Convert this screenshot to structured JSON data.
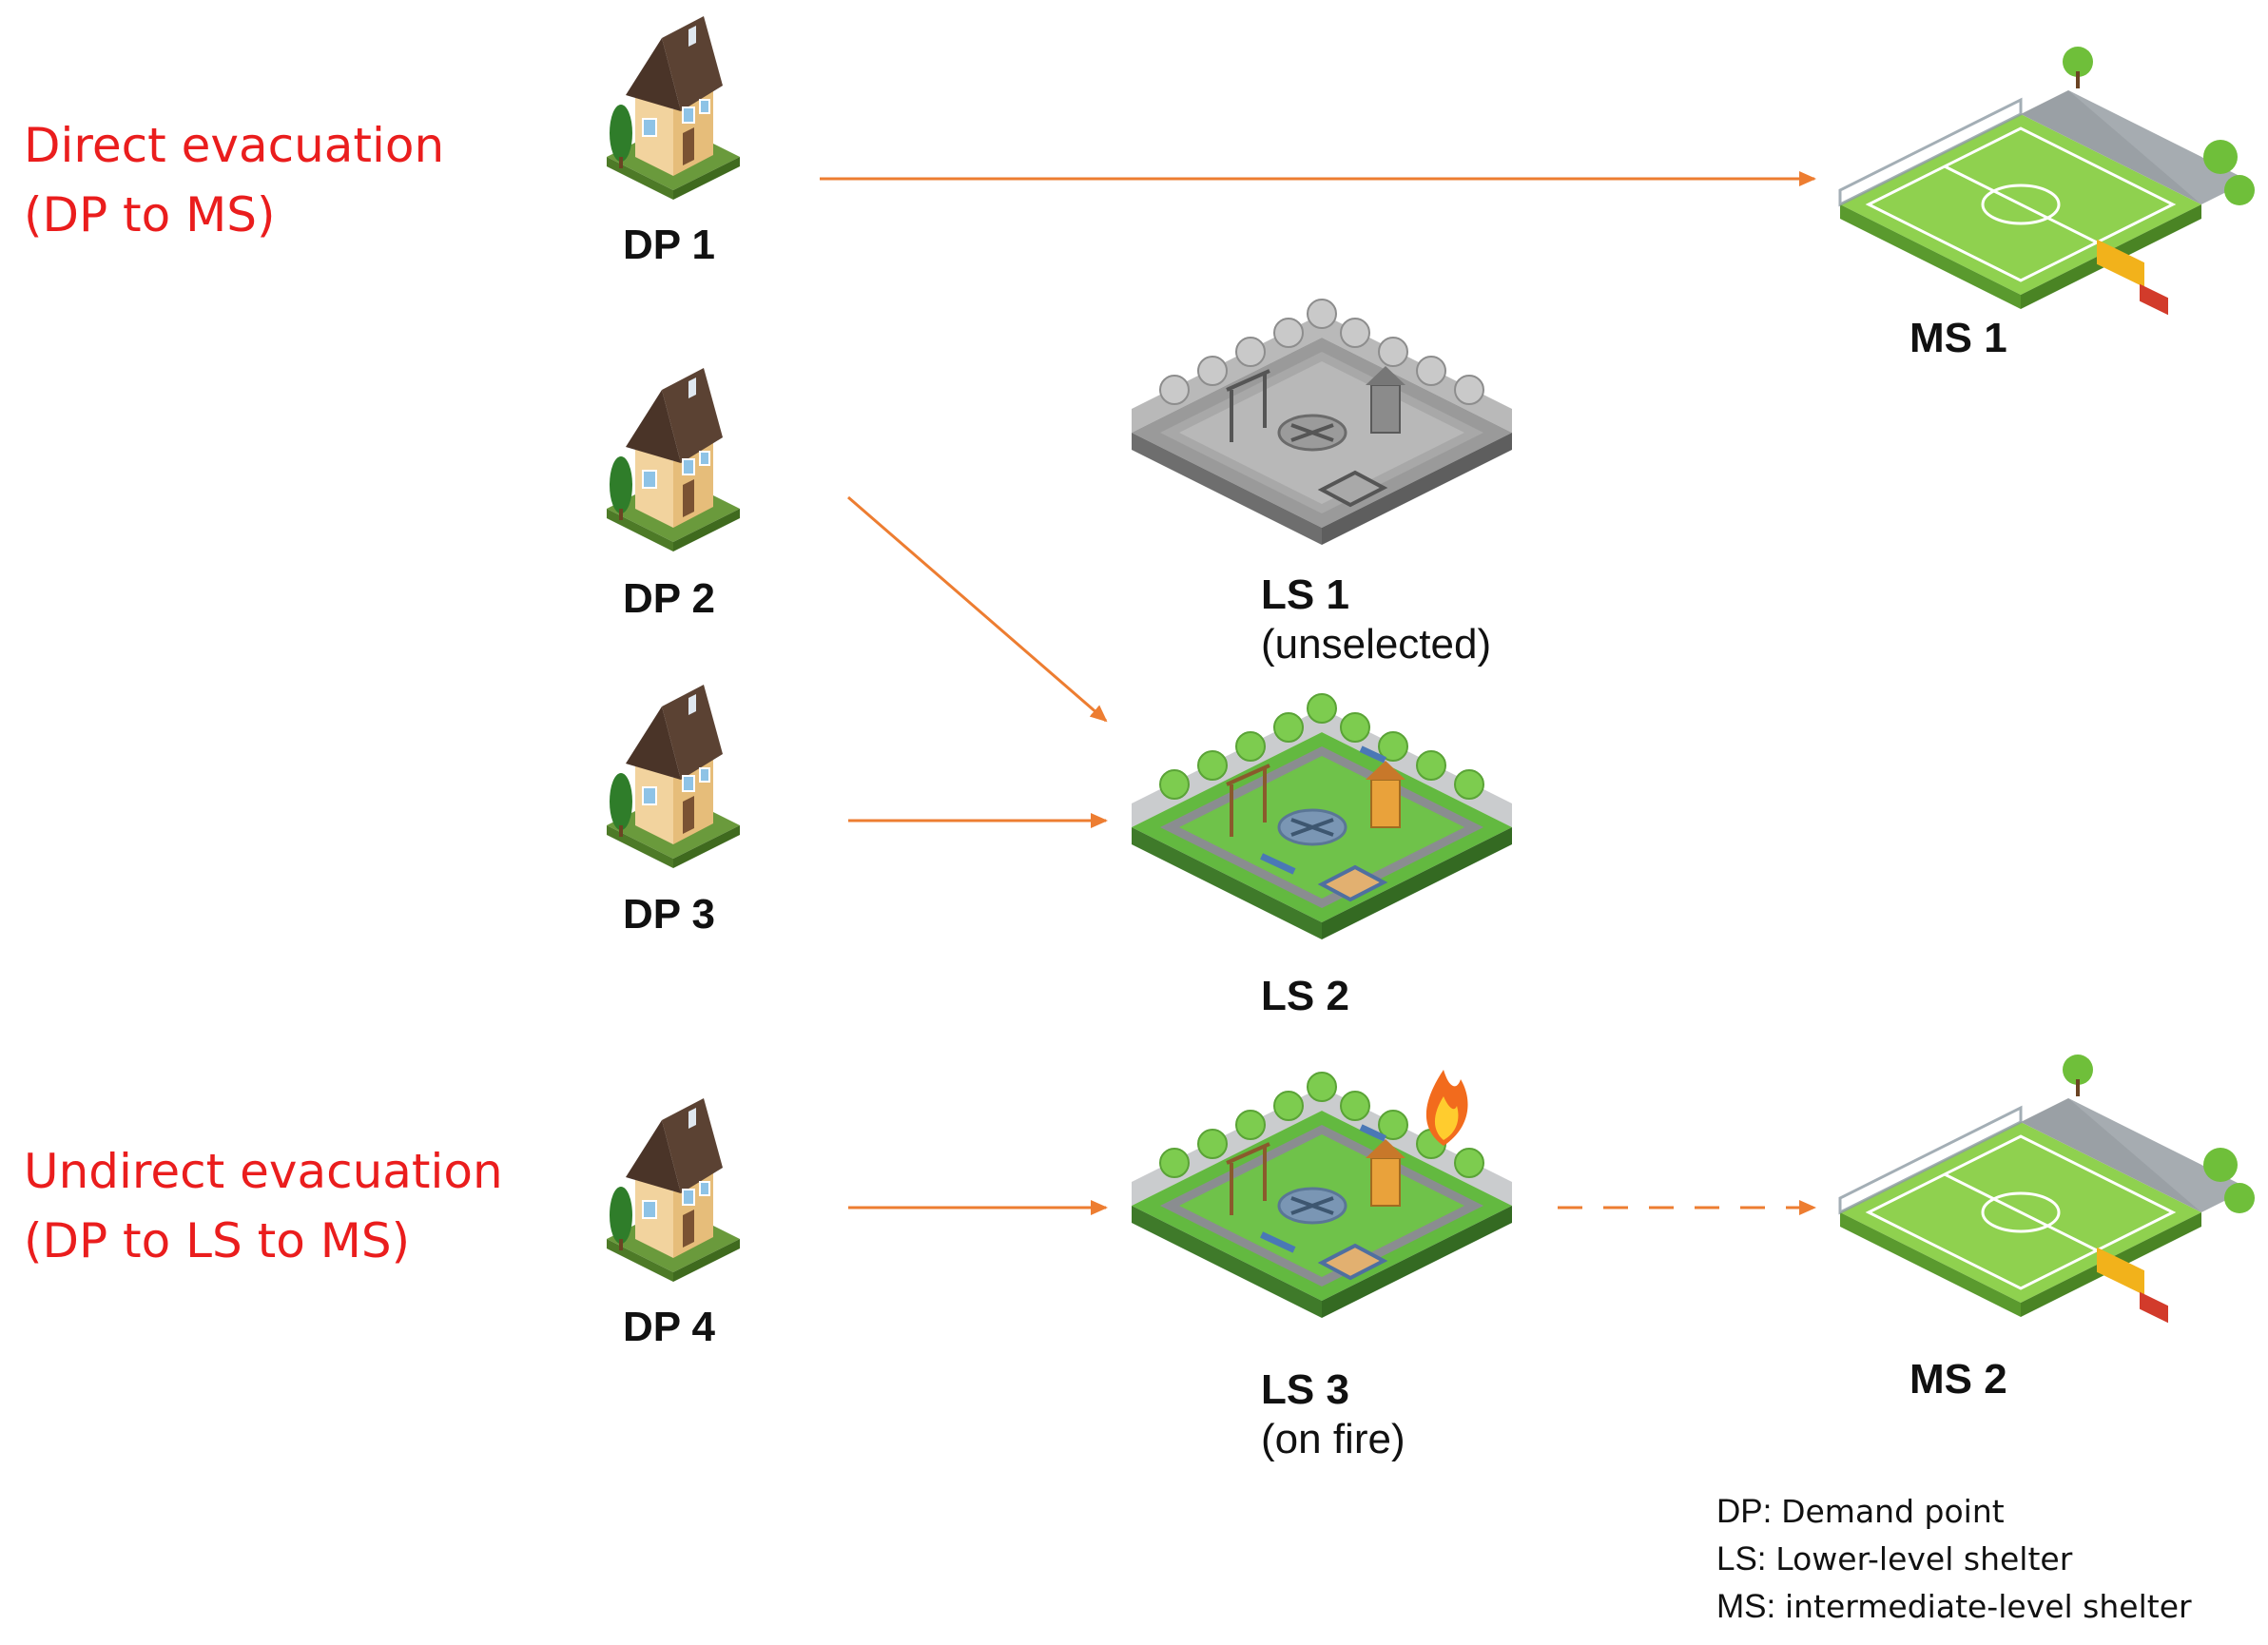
{
  "sections": [
    {
      "id": "direct",
      "lines": [
        "Direct evacuation",
        "(DP to MS)"
      ]
    },
    {
      "id": "indirect",
      "lines": [
        "Undirect evacuation",
        "(DP to LS to MS)"
      ]
    }
  ],
  "nodes": {
    "dp1": {
      "label": "DP 1"
    },
    "dp2": {
      "label": "DP 2"
    },
    "dp3": {
      "label": "DP 3"
    },
    "dp4": {
      "label": "DP 4"
    },
    "ls1": {
      "label": "LS 1",
      "note": "(unselected)"
    },
    "ls2": {
      "label": "LS 2"
    },
    "ls3": {
      "label": "LS 3",
      "note": "(on fire)"
    },
    "ms1": {
      "label": "MS 1"
    },
    "ms2": {
      "label": "MS 2"
    }
  },
  "edges": [
    {
      "from": "DP 1",
      "to": "MS 1",
      "style": "solid"
    },
    {
      "from": "DP 2",
      "to": "LS 2",
      "style": "solid"
    },
    {
      "from": "DP 3",
      "to": "LS 2",
      "style": "solid"
    },
    {
      "from": "DP 4",
      "to": "LS 3",
      "style": "solid"
    },
    {
      "from": "LS 3",
      "to": "MS 2",
      "style": "dashed"
    }
  ],
  "legend": [
    {
      "key": "DP:",
      "value": "Demand point"
    },
    {
      "key": "LS:",
      "value": "Lower-level shelter"
    },
    {
      "key": "MS:",
      "value": "intermediate-level shelter"
    }
  ],
  "colors": {
    "arrow": "#ed7d31",
    "section_title": "#ea1d1d"
  },
  "icons": {
    "demand_point": "house-icon",
    "lower_shelter": "park-icon",
    "intermediate_shelter": "soccer-field-icon",
    "fire": "fire-icon"
  }
}
